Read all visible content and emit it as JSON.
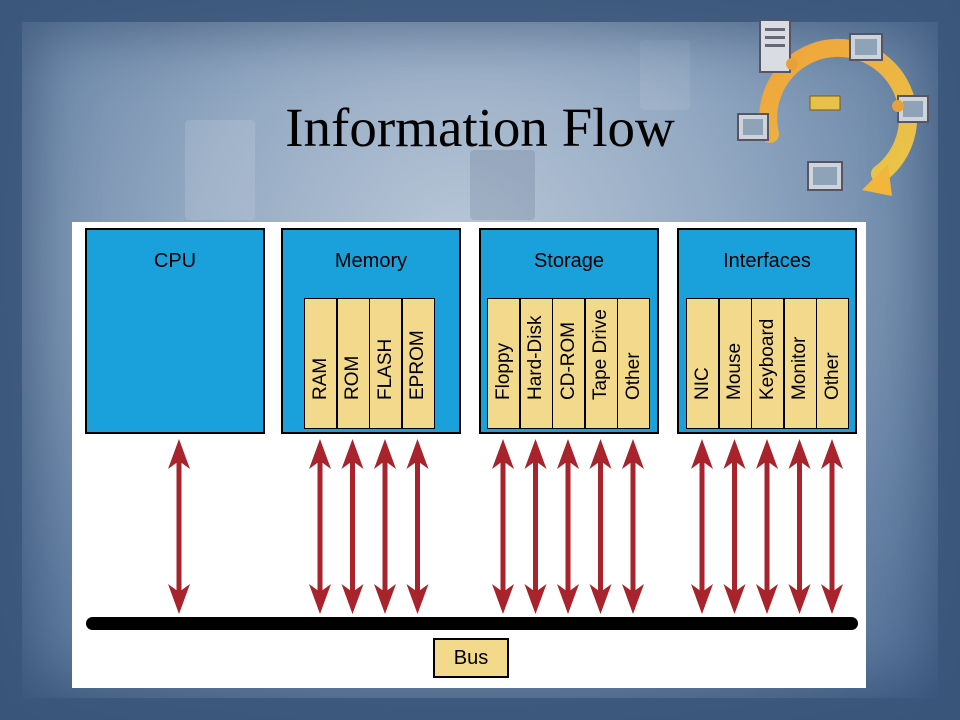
{
  "slide": {
    "title": "Information Flow",
    "colors": {
      "box": "#1aa1dc",
      "slot": "#f3d98c",
      "arrow": "#a8232b",
      "bus": "#000000"
    }
  },
  "logo": {
    "icon": "network-cycle-icon",
    "tags": [
      "",
      "",
      ""
    ]
  },
  "diagram": {
    "components": [
      {
        "label": "CPU",
        "items": []
      },
      {
        "label": "Memory",
        "items": [
          "RAM",
          "ROM",
          "FLASH",
          "EPROM"
        ]
      },
      {
        "label": "Storage",
        "items": [
          "Floppy",
          "Hard-Disk",
          "CD-ROM",
          "Tape Drive",
          "Other"
        ]
      },
      {
        "label": "Interfaces",
        "items": [
          "NIC",
          "Mouse",
          "Keyboard",
          "Monitor",
          "Other"
        ]
      }
    ],
    "bus_label": "Bus"
  }
}
